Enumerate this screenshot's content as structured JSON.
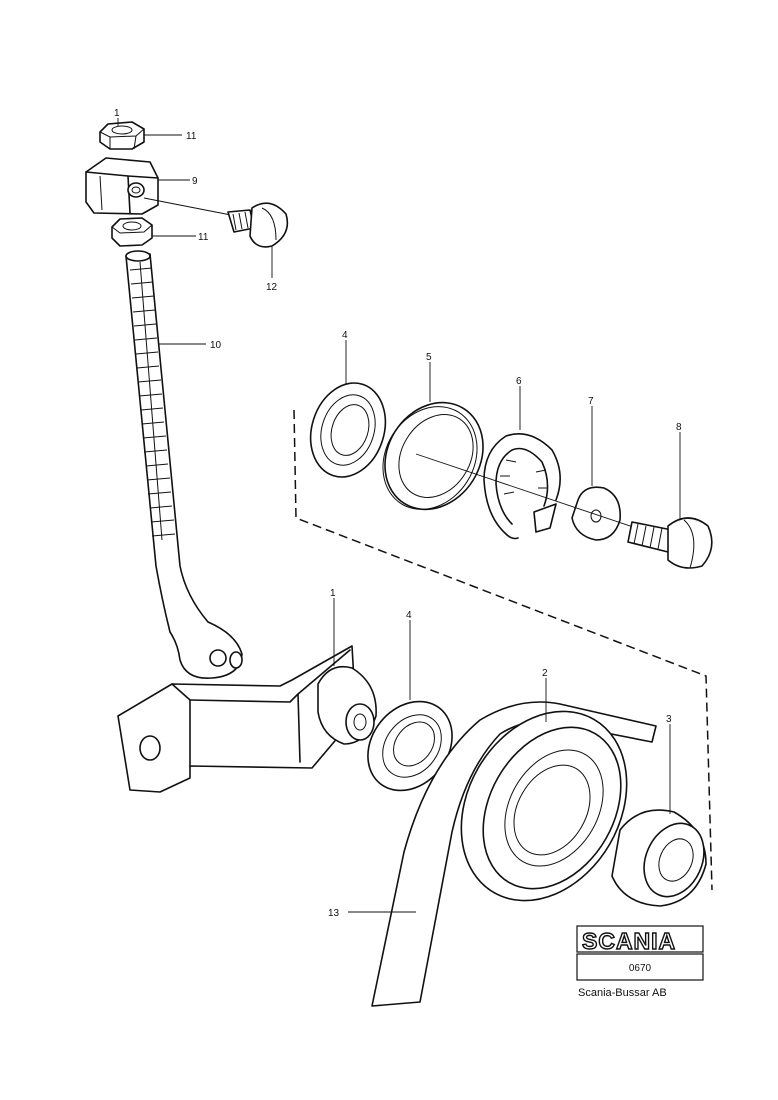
{
  "callouts": {
    "p1": "1",
    "p2": "2",
    "p3": "3",
    "p4a": "4",
    "p4b": "4",
    "p5": "5",
    "p6": "6",
    "p7": "7",
    "p8": "8",
    "p9": "9",
    "p10": "10",
    "p11a": "11",
    "p11b": "11",
    "p12": "12",
    "p13": "13",
    "p_top": "1"
  },
  "logo": {
    "brand": "SCANIA",
    "code": "0670",
    "company": "Scania-Bussar AB"
  }
}
